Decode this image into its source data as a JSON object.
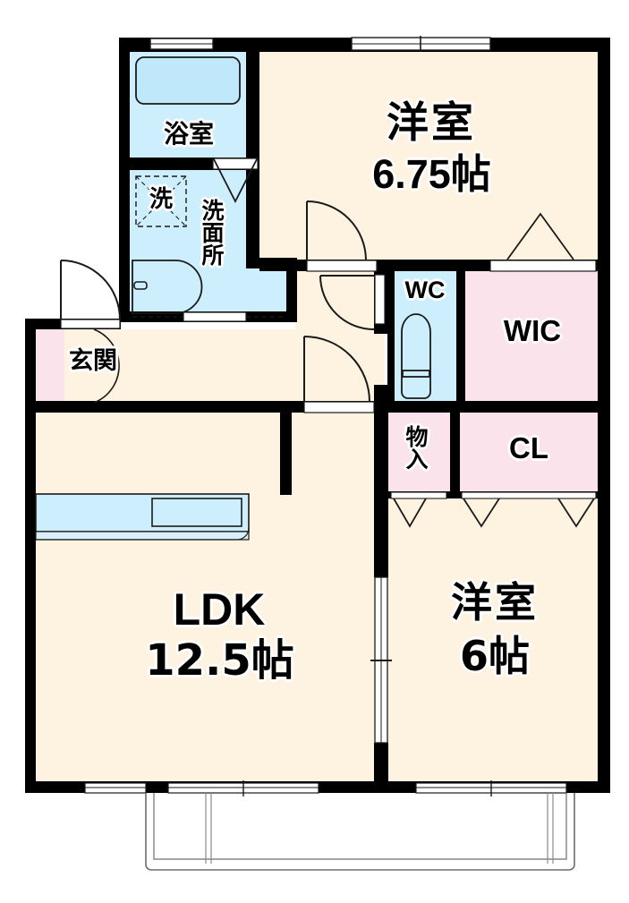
{
  "plan": {
    "title": "間取り図",
    "colors": {
      "wall": "#000000",
      "floor_cream": "#fdf3e0",
      "water_blue": "#cdeefc",
      "closet_pink": "#fbe3ec",
      "window_white": "#ffffff",
      "line": "#1a1a1a"
    },
    "rooms": [
      {
        "id": "bath",
        "name": "浴室",
        "label": "浴室",
        "area": "",
        "fill": "water_blue"
      },
      {
        "id": "washroom",
        "name": "洗面所",
        "label": "洗面所",
        "area": "",
        "fill": "water_blue"
      },
      {
        "id": "washer",
        "name": "洗",
        "label": "洗",
        "area": "",
        "fill": "water_blue"
      },
      {
        "id": "genkan",
        "name": "玄関",
        "label": "玄関",
        "area": "",
        "fill": "closet_pink"
      },
      {
        "id": "washitsu1",
        "name": "洋室",
        "label": "洋室",
        "area": "6.75帖",
        "fill": "floor_cream"
      },
      {
        "id": "wc",
        "name": "WC",
        "label": "WC",
        "area": "",
        "fill": "water_blue"
      },
      {
        "id": "wic",
        "name": "WIC",
        "label": "WIC",
        "area": "",
        "fill": "closet_pink"
      },
      {
        "id": "monoire",
        "name": "物入",
        "label": "物入",
        "area": "",
        "fill": "closet_pink"
      },
      {
        "id": "cl",
        "name": "CL",
        "label": "CL",
        "area": "",
        "fill": "closet_pink"
      },
      {
        "id": "ldk",
        "name": "LDK",
        "label": "LDK",
        "area": "12.5帖",
        "fill": "floor_cream"
      },
      {
        "id": "washitsu2",
        "name": "洋室",
        "label": "洋室",
        "area": "6帖",
        "fill": "floor_cream"
      }
    ],
    "labels": {
      "bath": "浴室",
      "washroom": "洗面所",
      "washer": "洗",
      "genkan": "玄関",
      "bedroom1_name": "洋室",
      "bedroom1_area": "6.75帖",
      "wc": "WC",
      "wic": "WIC",
      "monoire": "物入",
      "cl": "CL",
      "ldk_name": "LDK",
      "ldk_area": "12.5帖",
      "bedroom2_name": "洋室",
      "bedroom2_area": "6帖"
    },
    "fixtures": [
      {
        "name": "bathtub",
        "room": "bath"
      },
      {
        "name": "washbasin",
        "room": "washroom"
      },
      {
        "name": "washer-space",
        "room": "washroom"
      },
      {
        "name": "toilet",
        "room": "wc"
      },
      {
        "name": "kitchen-counter",
        "room": "ldk"
      },
      {
        "name": "kitchen-sink",
        "room": "ldk"
      },
      {
        "name": "balcony",
        "room": "exterior"
      }
    ],
    "openings": {
      "hinged_doors": 5,
      "sliding_doors": 2,
      "folding_closet_doors": 4,
      "windows": 7
    }
  }
}
